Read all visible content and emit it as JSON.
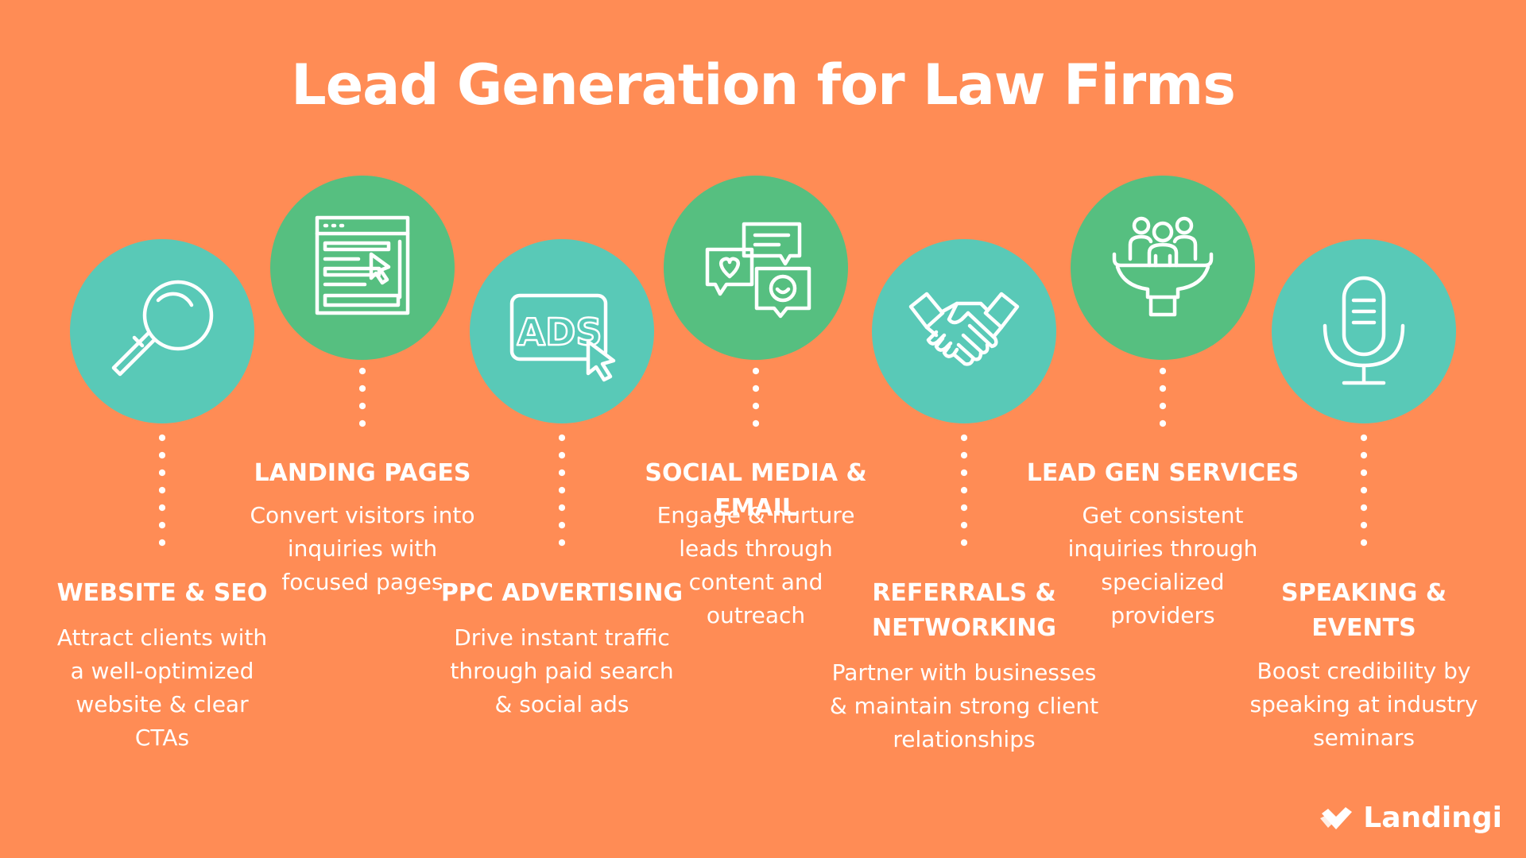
{
  "title": "Lead Generation for Law Firms",
  "colors": {
    "background": "#FF8C55",
    "teal_circle": "#59C9B7",
    "green_circle": "#56BF80",
    "text": "#FFFFFF"
  },
  "steps": [
    {
      "label": "WEBSITE & SEO",
      "description": "Attract clients with a well-optimized website & clear CTAs",
      "icon": "magnifying-glass-icon",
      "circle_color": "teal"
    },
    {
      "label": "LANDING PAGES",
      "description": "Convert visitors into inquiries with focused pages",
      "icon": "landing-page-icon",
      "circle_color": "green"
    },
    {
      "label": "PPC ADVERTISING",
      "description": "Drive instant traffic through paid search & social ads",
      "icon": "ads-click-icon",
      "icon_text": "ADS",
      "circle_color": "teal"
    },
    {
      "label": "SOCIAL MEDIA & EMAIL",
      "description": "Engage & nurture leads through content and outreach",
      "icon": "chat-bubbles-icon",
      "circle_color": "green"
    },
    {
      "label": "REFERRALS & NETWORKING",
      "description": "Partner with businesses & maintain strong client relationships",
      "icon": "handshake-icon",
      "circle_color": "teal"
    },
    {
      "label": "LEAD GEN SERVICES",
      "description": "Get consistent inquiries through specialized providers",
      "icon": "people-funnel-icon",
      "circle_color": "green"
    },
    {
      "label": "SPEAKING & EVENTS",
      "description": "Boost credibility by speaking at industry seminars",
      "icon": "microphone-icon",
      "circle_color": "teal"
    }
  ],
  "brand": {
    "name": "Landingi",
    "icon": "landingi-logo-icon"
  }
}
